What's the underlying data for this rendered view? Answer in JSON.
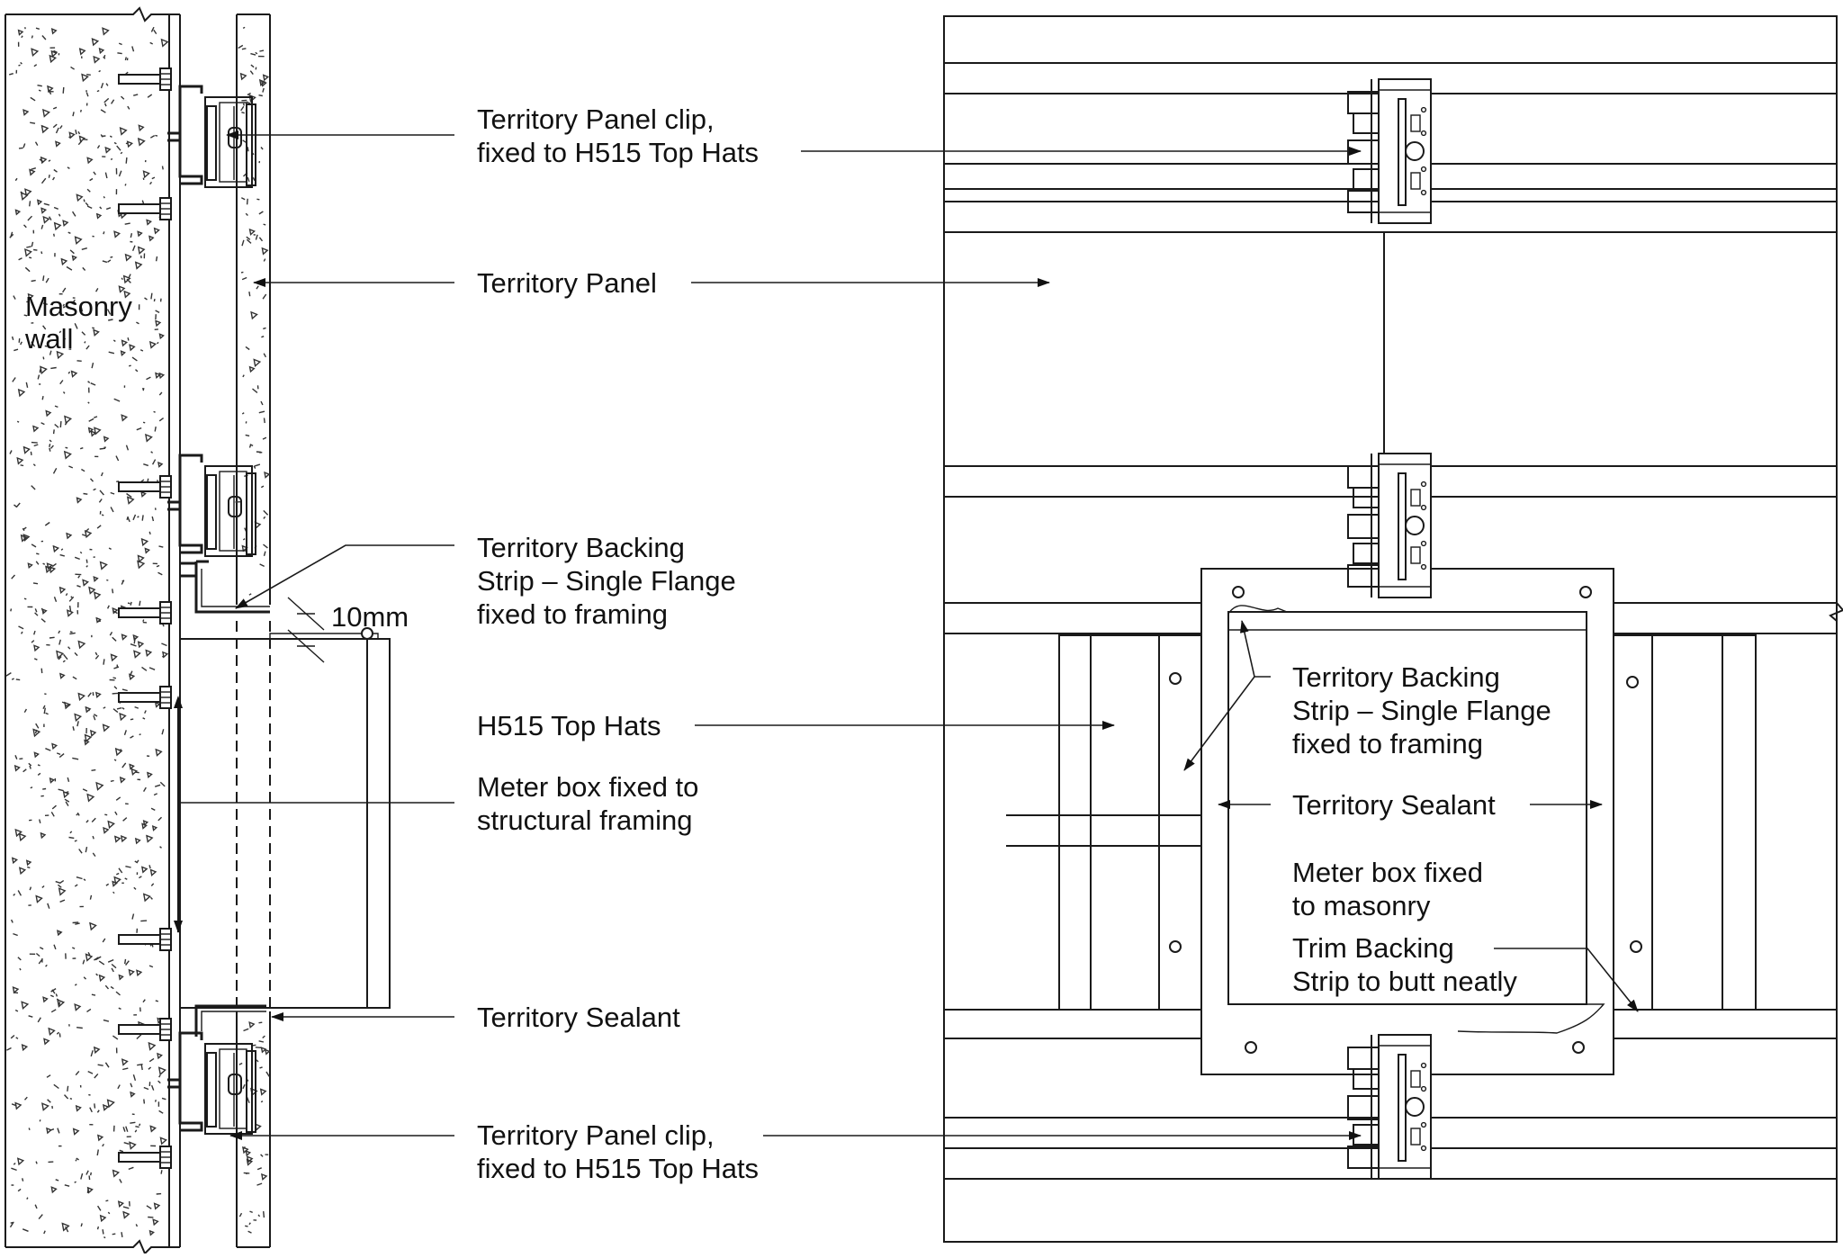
{
  "labels": {
    "masonry_wall_line1": "Masonry",
    "masonry_wall_line2": "wall",
    "panel_clip_top_line1": "Territory Panel clip,",
    "panel_clip_top_line2": "fixed to H515 Top Hats",
    "territory_panel": "Territory Panel",
    "backing_strip_line1": "Territory Backing",
    "backing_strip_line2": "Strip – Single Flange",
    "backing_strip_line3": "fixed to framing",
    "gap_dimension": "10mm",
    "top_hats": "H515 Top Hats",
    "meter_box_section_line1": "Meter box fixed to",
    "meter_box_section_line2": "structural framing",
    "sealant_section": "Territory Sealant",
    "panel_clip_bottom_line1": "Territory Panel clip,",
    "panel_clip_bottom_line2": "fixed to H515 Top Hats",
    "elev_backing_line1": "Territory Backing",
    "elev_backing_line2": "Strip – Single Flange",
    "elev_backing_line3": "fixed to framing",
    "elev_sealant": "Territory Sealant",
    "elev_meter_line1": "Meter box fixed",
    "elev_meter_line2": "to masonry",
    "elev_trim_line1": "Trim Backing",
    "elev_trim_line2": "Strip to butt neatly"
  }
}
